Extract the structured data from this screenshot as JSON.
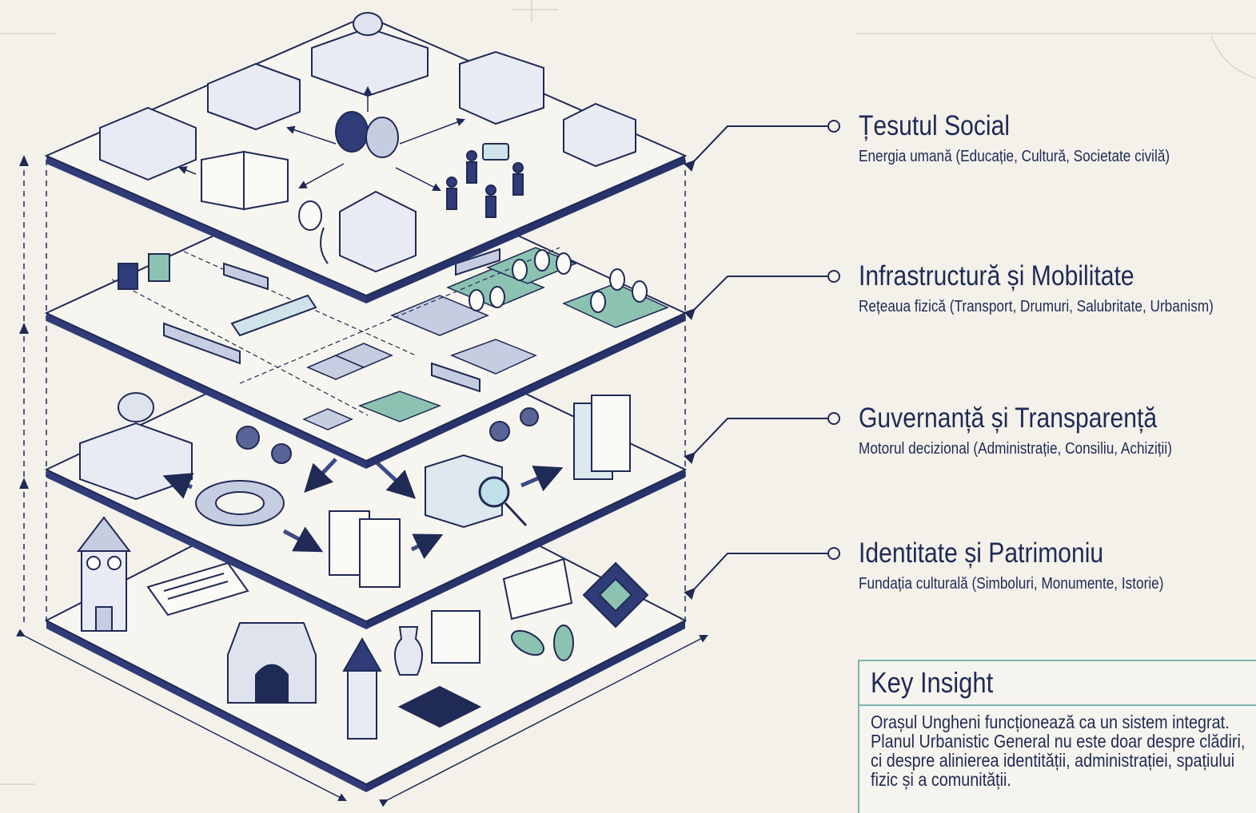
{
  "colors": {
    "ink": "#1f2a55",
    "accent": "#7fb3ae",
    "paper": "#f3f1ea",
    "green": "#8cc2b1"
  },
  "layers": [
    {
      "title": "Țesutul Social",
      "description": "Energia umană (Educație, Cultură, Societate civilă)",
      "icons": [
        "theatre-masks-icon",
        "open-book-icon",
        "people-icon",
        "speech-bubble-icon",
        "museum-icon"
      ]
    },
    {
      "title": "Infrastructură și Mobilitate",
      "description": "Rețeaua fizică (Transport, Drumuri, Salubritate, Urbanism)",
      "icons": [
        "bus-icon",
        "train-icon",
        "recycling-bin-icon",
        "pipe-icon",
        "park-tree-icon"
      ]
    },
    {
      "title": "Guvernanță și Transparență",
      "description": "Motorul decizional (Administrație, Consiliu, Achiziții)",
      "icons": [
        "town-hall-icon",
        "council-table-icon",
        "gears-icon",
        "document-icon",
        "magnifier-icon"
      ]
    },
    {
      "title": "Identitate și Patrimoniu",
      "description": "Fundația culturală (Simboluri, Monumente, Istorie)",
      "icons": [
        "clock-tower-icon",
        "scroll-icon",
        "city-gate-icon",
        "vase-icon",
        "folk-ornament-icon",
        "oak-leaf-icon"
      ]
    }
  ],
  "insight": {
    "title": "Key Insight",
    "body": "Orașul Ungheni funcționează ca un sistem integrat. Planul Urbanistic General nu este doar despre clădiri, ci despre alinierea identității, administrației, spațiului fizic și a comunității."
  }
}
